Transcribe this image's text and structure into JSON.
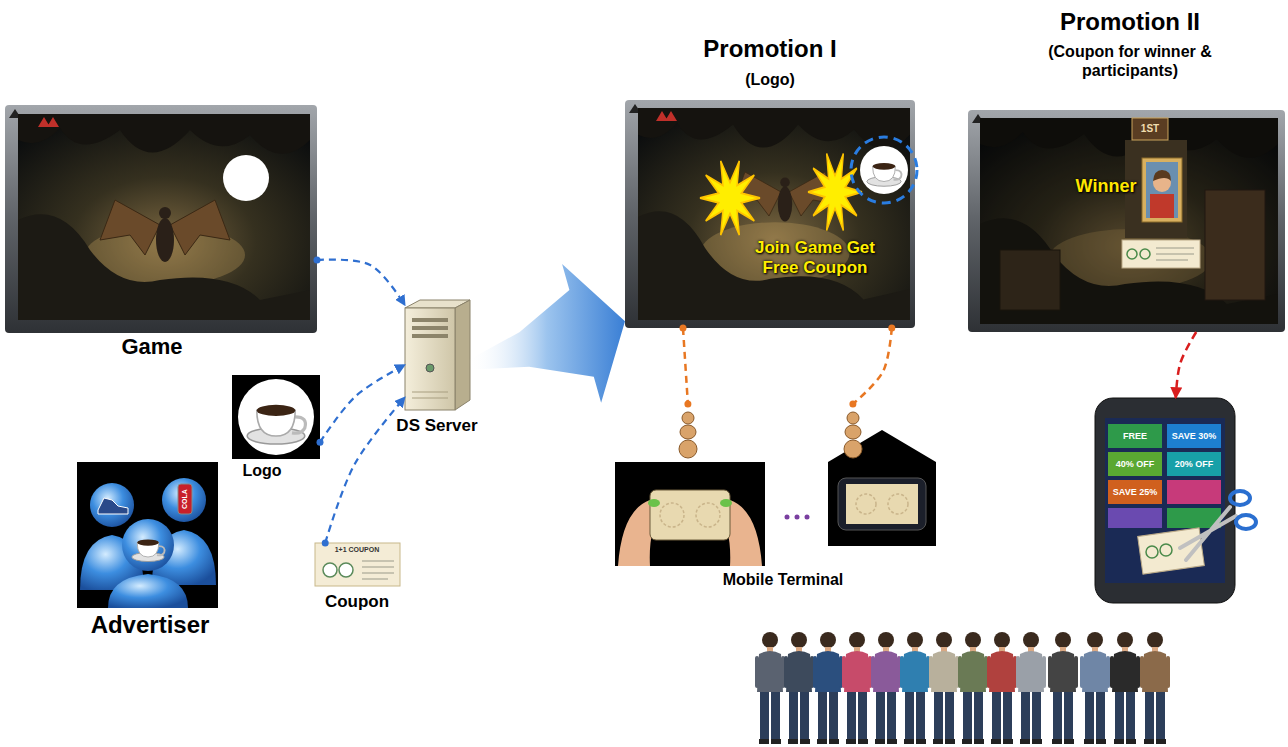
{
  "diagram": {
    "nodes": [
      {
        "text": [
          "Game"
        ]
      },
      {
        "text": [
          "Logo"
        ]
      },
      {
        "text": [
          "Advertiser"
        ]
      },
      {
        "text": [
          "Coupon"
        ]
      },
      {
        "text": [
          "DS Server"
        ]
      },
      {
        "text": [
          "Promotion I",
          "(Logo)",
          "Join Game Get Free Coupon"
        ]
      },
      {
        "text": [
          "Promotion II",
          "(Coupon for winner & participants)",
          "Winner"
        ]
      },
      {
        "text": [
          "Mobile Terminal"
        ]
      },
      {
        "text": [
          "FREE",
          "SAVE 30%",
          "40% OFF",
          "20% OFF",
          "SAVE 25%"
        ]
      }
    ],
    "edges": [
      {
        "from": 0,
        "to": 4,
        "arrow": "to"
      },
      {
        "from": 1,
        "to": 4,
        "arrow": "to"
      },
      {
        "from": 3,
        "to": 4,
        "arrow": "to"
      },
      {
        "from": 4,
        "to": 5,
        "arrow": "to"
      },
      {
        "from": 5,
        "to": 7,
        "arrow": "none"
      },
      {
        "from": 5,
        "to": 7,
        "arrow": "none"
      },
      {
        "from": 6,
        "to": 8,
        "arrow": "to"
      }
    ],
    "labels": [
      "1ST",
      "1+1 COUPON",
      "COLA"
    ]
  }
}
